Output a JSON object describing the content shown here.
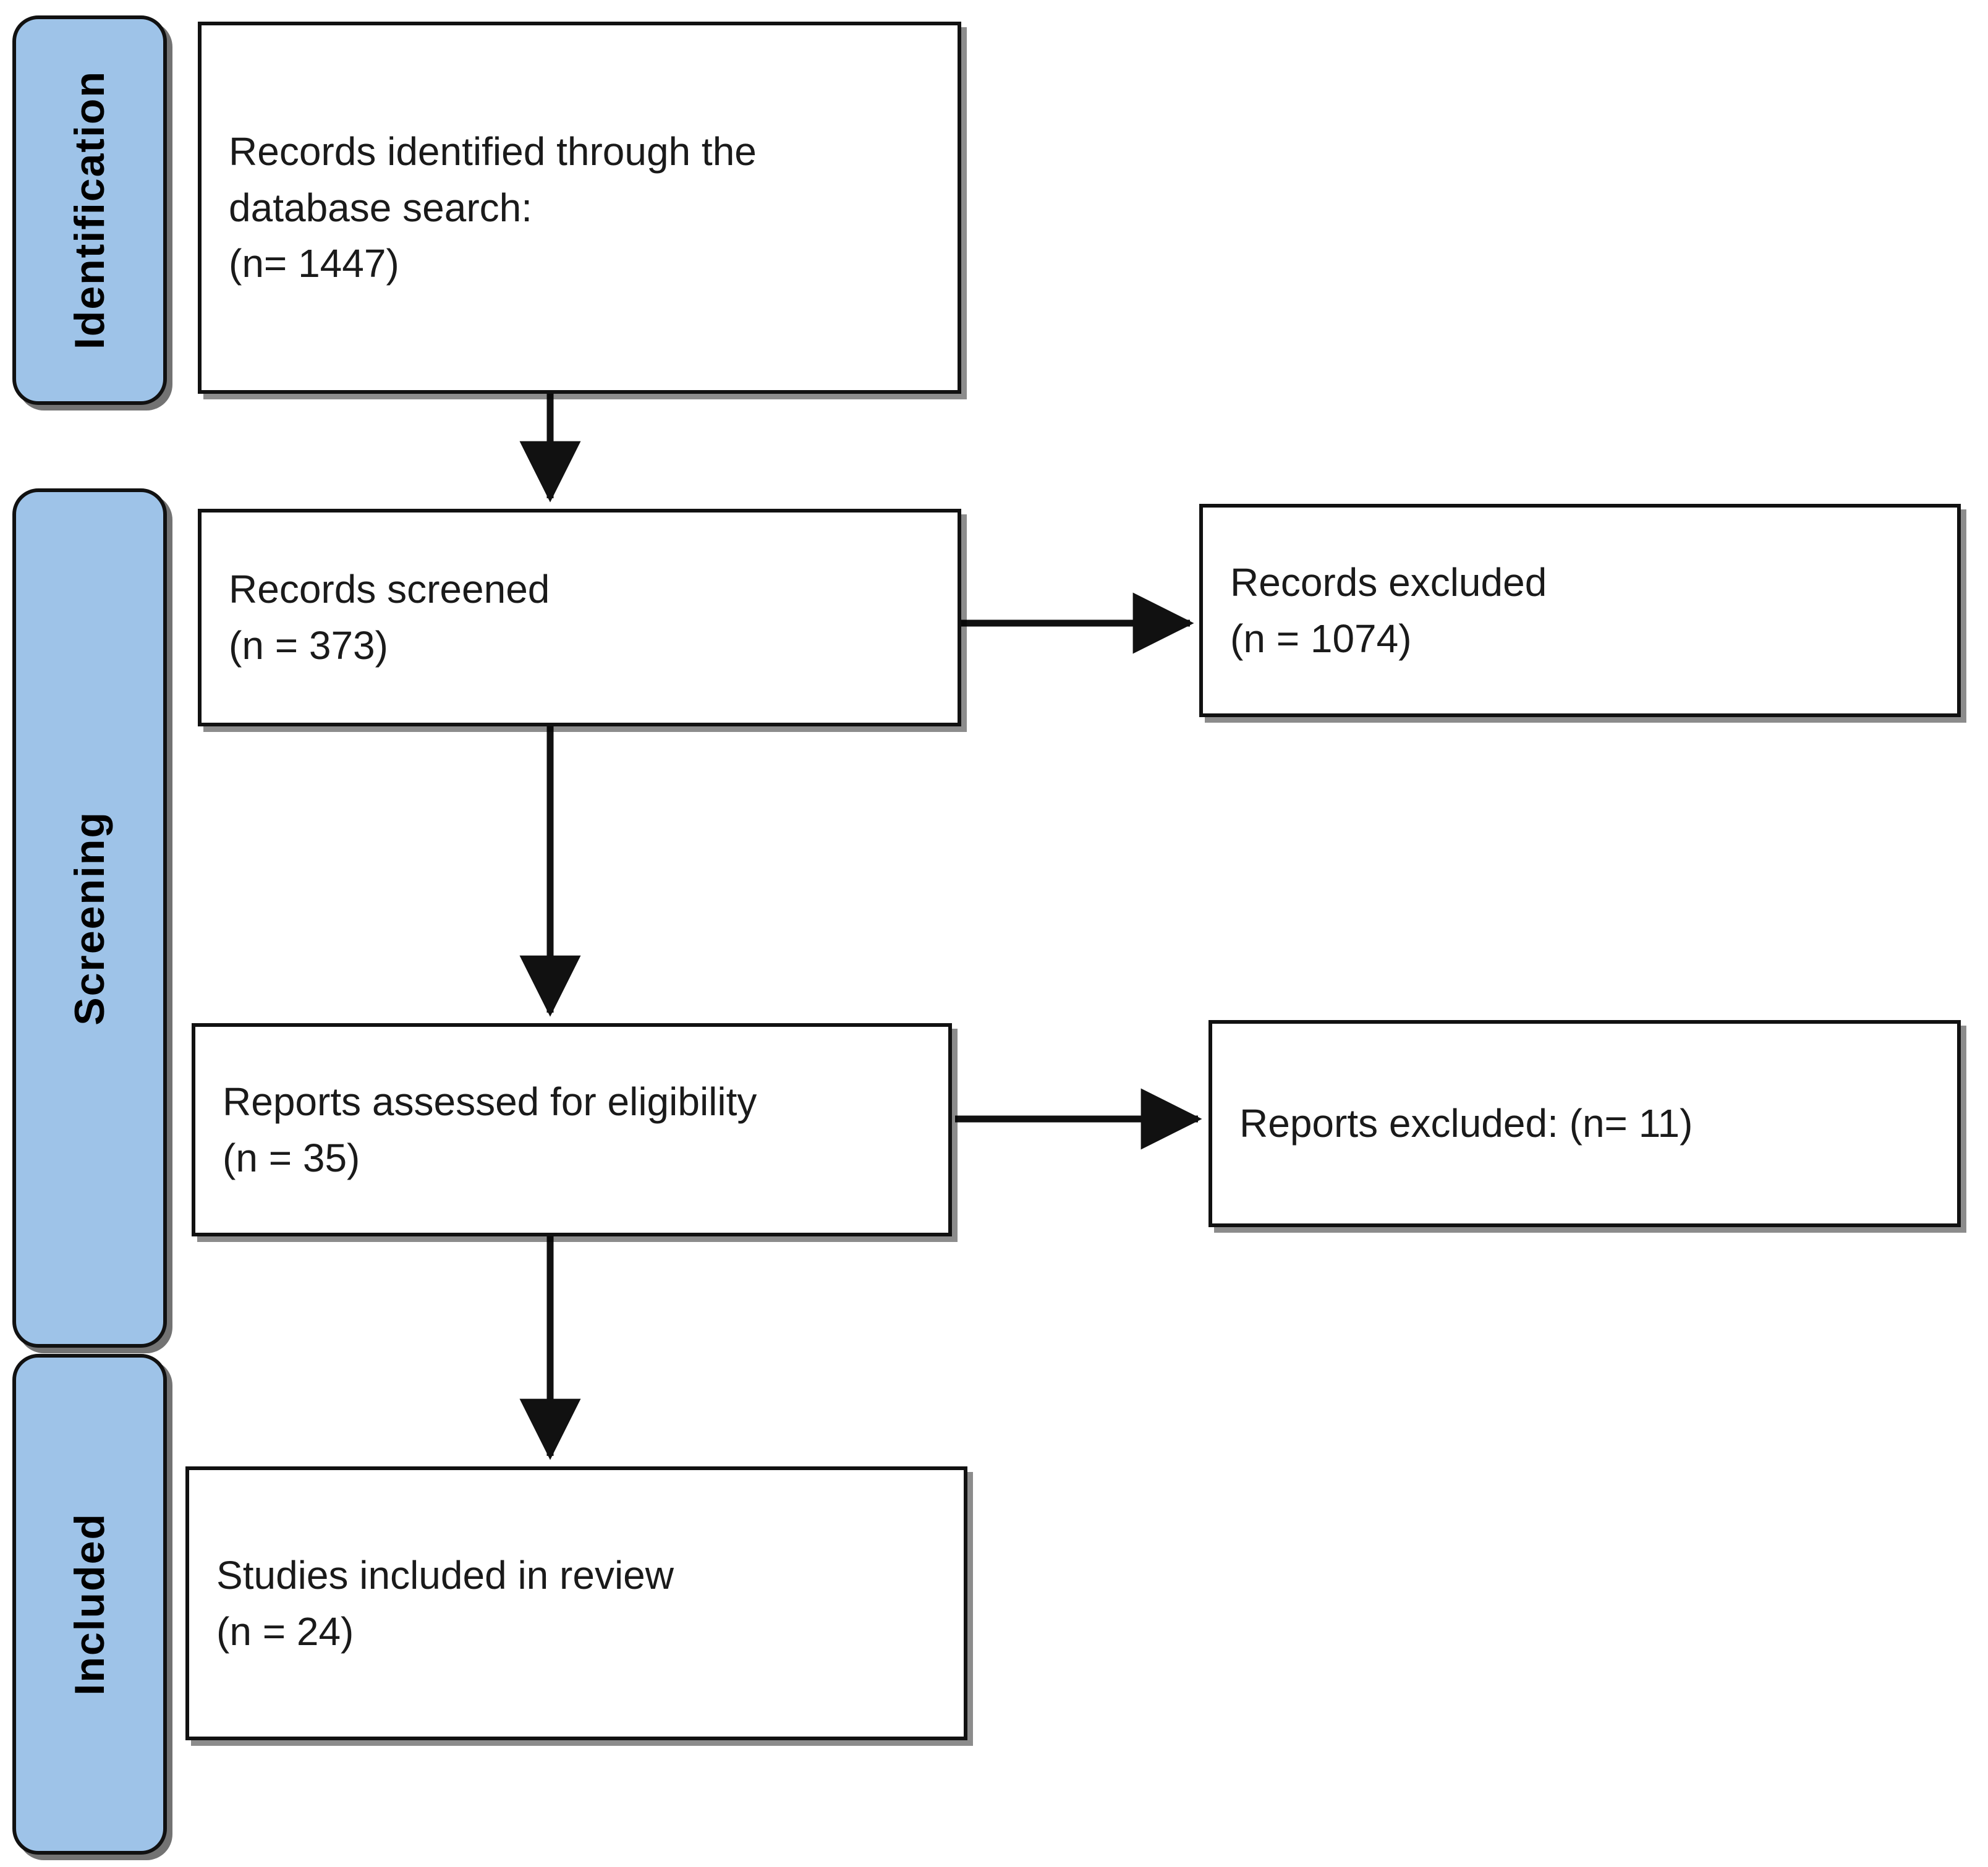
{
  "diagram": {
    "type": "prisma-flow-diagram",
    "title": "",
    "accent_color": "#9ec3e8",
    "line_color": "#111111",
    "background": "#ffffff",
    "stages": [
      {
        "id": "identification",
        "label": "Identification"
      },
      {
        "id": "screening",
        "label": "Screening"
      },
      {
        "id": "included",
        "label": "Included"
      }
    ],
    "boxes": [
      {
        "id": "records-identified",
        "stage": "identification",
        "column": "main",
        "line1": "Records identified through the",
        "line2": "database search:",
        "line3": "(n= 1447)",
        "n": 1447
      },
      {
        "id": "records-screened",
        "stage": "screening",
        "column": "main",
        "line1": "Records screened",
        "line2": "(n = 373)",
        "n": 373
      },
      {
        "id": "records-excluded",
        "stage": "screening",
        "column": "side",
        "line1": "Records excluded",
        "line2": "(n = 1074)",
        "n": 1074
      },
      {
        "id": "reports-assessed",
        "stage": "screening",
        "column": "main",
        "line1": "Reports assessed for eligibility",
        "line2": "(n = 35)",
        "n": 35
      },
      {
        "id": "reports-excluded",
        "stage": "screening",
        "column": "side",
        "line1": "Reports excluded: (n= 11)",
        "n": 11
      },
      {
        "id": "studies-included",
        "stage": "included",
        "column": "main",
        "line1": "Studies included in review",
        "line2": "(n = 24)",
        "n": 24
      }
    ],
    "connectors": [
      {
        "id": "identified-to-screened",
        "from": "records-identified",
        "to": "records-screened",
        "direction": "down"
      },
      {
        "id": "screened-to-excluded",
        "from": "records-screened",
        "to": "records-excluded",
        "direction": "right"
      },
      {
        "id": "screened-to-assessed",
        "from": "records-screened",
        "to": "reports-assessed",
        "direction": "down"
      },
      {
        "id": "assessed-to-excluded",
        "from": "reports-assessed",
        "to": "reports-excluded",
        "direction": "right"
      },
      {
        "id": "assessed-to-included",
        "from": "reports-assessed",
        "to": "studies-included",
        "direction": "down"
      }
    ]
  }
}
